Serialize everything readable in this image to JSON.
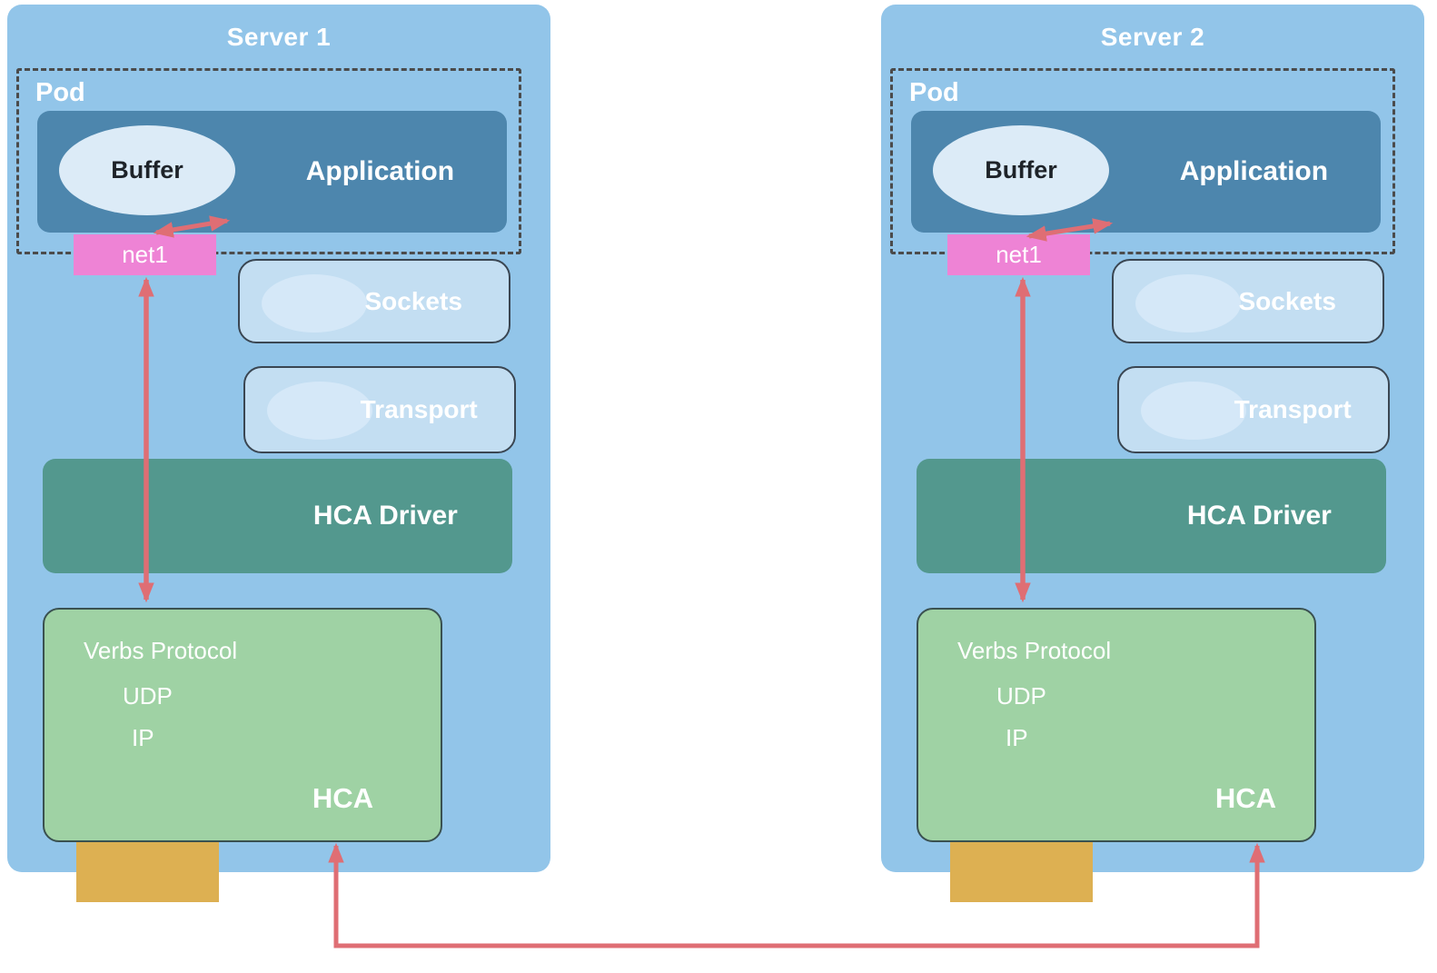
{
  "servers": [
    {
      "title": "Server 1",
      "pod_label": "Pod",
      "buffer_label": "Buffer",
      "application_label": "Application",
      "net_interface_label": "net1",
      "sockets_label": "Sockets",
      "transport_label": "Transport",
      "hca_driver_label": "HCA Driver",
      "hca_box": {
        "verbs_protocol_label": "Verbs Protocol",
        "udp_label": "UDP",
        "ip_label": "IP",
        "hca_label": "HCA"
      }
    },
    {
      "title": "Server 2",
      "pod_label": "Pod",
      "buffer_label": "Buffer",
      "application_label": "Application",
      "net_interface_label": "net1",
      "sockets_label": "Sockets",
      "transport_label": "Transport",
      "hca_driver_label": "HCA Driver",
      "hca_box": {
        "verbs_protocol_label": "Verbs Protocol",
        "udp_label": "UDP",
        "ip_label": "IP",
        "hca_label": "HCA"
      }
    }
  ],
  "colors": {
    "server_background": "#92c5e9",
    "application_box": "#4d86ad",
    "buffer_ellipse": "#dcebf7",
    "net1_box": "#ee83d5",
    "sockets_transport_box": "#c3def2",
    "inner_ellipse": "#d5e8f8",
    "hca_driver_box": "#53988e",
    "hca_box": "#9fd2a4",
    "nic_port": "#ddb052",
    "arrow": "#df6e74",
    "pod_dashed_border": "#4b4b4b"
  }
}
